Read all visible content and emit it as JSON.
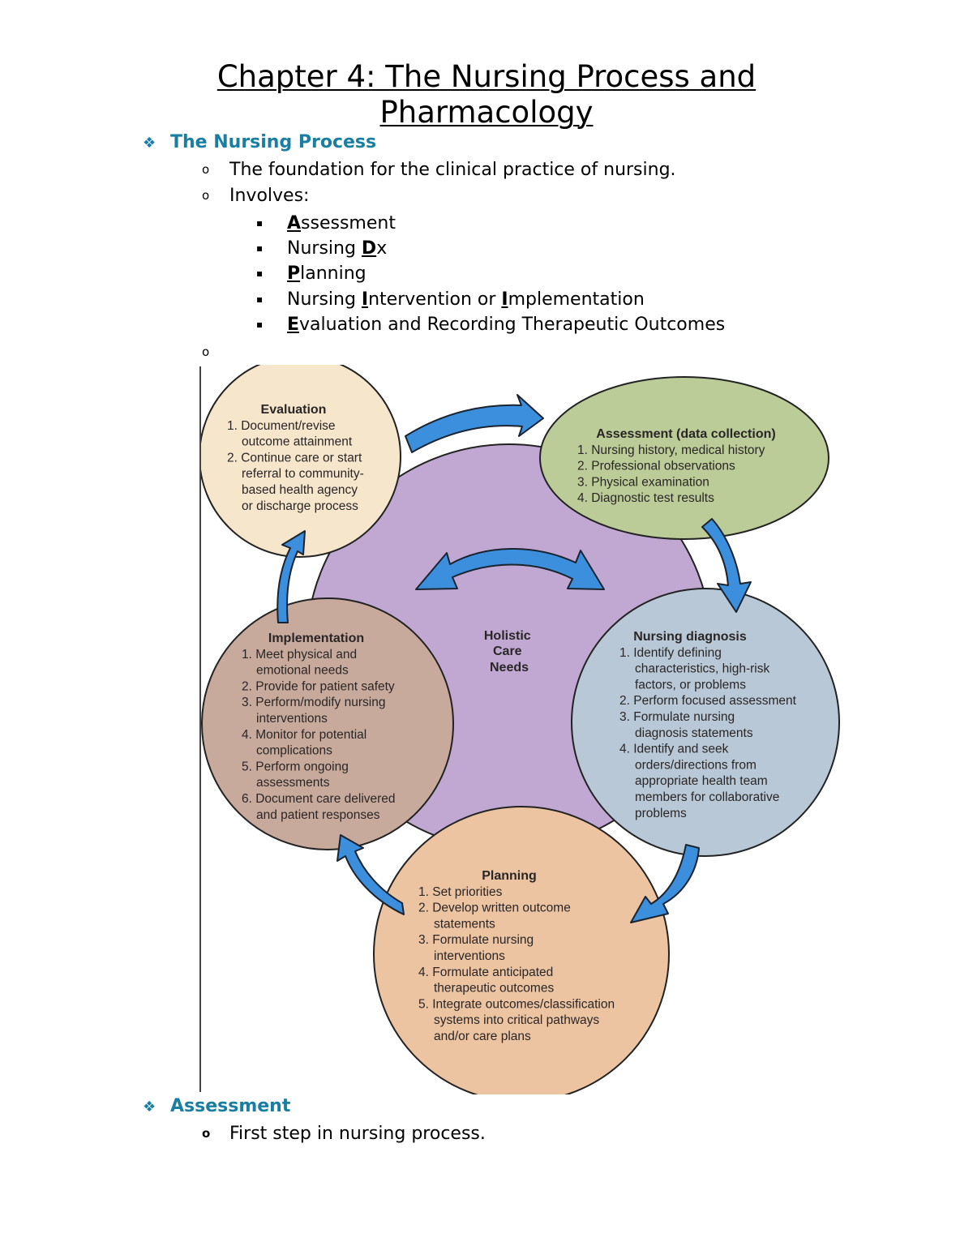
{
  "document": {
    "title_line1": "Chapter 4: The Nursing Process and",
    "title_line2": "Pharmacology",
    "sections": [
      {
        "heading": "The Nursing Process",
        "bullet_icon": "diamond-bullet-icon",
        "items": [
          "The foundation for the clinical practice of nursing.",
          "Involves:"
        ],
        "subitems": [
          {
            "key": "A",
            "pre": "",
            "rest": "ssessment"
          },
          {
            "pre": "Nursing ",
            "key": "D",
            "rest": "x"
          },
          {
            "key": "P",
            "pre": "",
            "rest": "lanning"
          },
          {
            "pre": "Nursing ",
            "key": "I",
            "mid": "ntervention or ",
            "key2": "I",
            "rest": "mplementation"
          },
          {
            "key": "E",
            "pre": "",
            "rest": "valuation and Recording Therapeutic Outcomes"
          }
        ],
        "empty_bullet": ""
      },
      {
        "heading": "Assessment",
        "bullet_icon": "diamond-bullet-icon",
        "items": [
          "First step in nursing process."
        ]
      }
    ]
  },
  "diagram": {
    "center": {
      "label_lines": [
        "Holistic",
        "Care",
        "Needs"
      ],
      "color": "#c0a8d2"
    },
    "evaluation": {
      "color": "#f6e6cc",
      "title": "Evaluation",
      "lines": [
        "1. Document/revise",
        "outcome attainment",
        "2. Continue care or start",
        "referral to community-",
        "based health agency",
        "or discharge process"
      ]
    },
    "assessment": {
      "color": "#bccc98",
      "title": "Assessment (data collection)",
      "lines": [
        "1. Nursing history, medical history",
        "2. Professional observations",
        "3. Physical examination",
        "4. Diagnostic test results"
      ]
    },
    "diagnosis": {
      "color": "#b8c8d6",
      "title": "Nursing diagnosis",
      "lines": [
        "1. Identify defining",
        "characteristics, high-risk",
        "factors, or problems",
        "2. Perform focused assessment",
        "3. Formulate nursing",
        "diagnosis statements",
        "4. Identify and seek",
        "orders/directions from",
        "appropriate health team",
        "members for collaborative",
        "problems"
      ]
    },
    "planning": {
      "color": "#ecc4a2",
      "title": "Planning",
      "lines": [
        "1. Set priorities",
        "2. Develop written outcome",
        "statements",
        "3. Formulate nursing",
        "interventions",
        "4. Formulate anticipated",
        "therapeutic outcomes",
        "5. Integrate outcomes/classification",
        "systems into critical pathways",
        "and/or care plans"
      ]
    },
    "implementation": {
      "color": "#c8aa9c",
      "title": "Implementation",
      "lines": [
        "1. Meet physical and",
        "emotional needs",
        "2. Provide for patient safety",
        "3. Perform/modify nursing",
        "interventions",
        "4. Monitor for potential",
        "complications",
        "5. Perform ongoing",
        "assessments",
        "6. Document care delivered",
        "and patient responses"
      ]
    },
    "arrow_color": "#3b8fdc"
  }
}
